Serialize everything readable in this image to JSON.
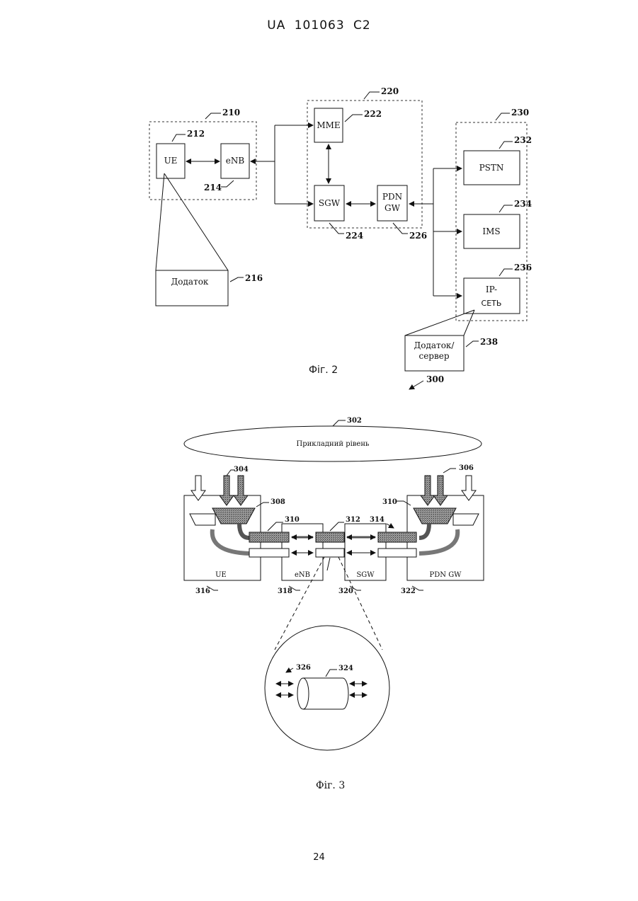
{
  "header": {
    "doc_id": "UA   101063   C2"
  },
  "footer": {
    "page_number": "24"
  },
  "fig2": {
    "caption": "Фіг. 2",
    "refs": {
      "r210": "210",
      "r212": "212",
      "r214": "214",
      "r216": "216",
      "r220": "220",
      "r222": "222",
      "r224": "224",
      "r226": "226",
      "r230": "230",
      "r232": "232",
      "r234": "234",
      "r236": "236",
      "r238": "238",
      "r300": "300"
    },
    "boxes": {
      "ue": "UE",
      "enb": "eNB",
      "mme": "MME",
      "sgw": "SGW",
      "pdn_gw_line1": "PDN",
      "pdn_gw_line2": "GW",
      "pstn": "PSTN",
      "ims": "IMS",
      "ip_line1": "IP-",
      "ip_line2": "СЕТЬ",
      "application": "Додаток",
      "app_server_line1": "Додаток/",
      "app_server_line2": "сервер"
    }
  },
  "fig3": {
    "caption": "Фіг. 3",
    "app_level": "Прикладний рівень",
    "refs": {
      "r302": "302",
      "r304": "304",
      "r306": "306",
      "r308": "308",
      "r310a": "310",
      "r310b": "310",
      "r312": "312",
      "r314": "314",
      "r316": "316",
      "r318": "318",
      "r320": "320",
      "r322": "322",
      "r324": "324",
      "r326": "326"
    },
    "nodes": {
      "ue": "UE",
      "enb": "eNB",
      "sgw": "SGW",
      "pdn_gw": "PDN GW"
    }
  }
}
